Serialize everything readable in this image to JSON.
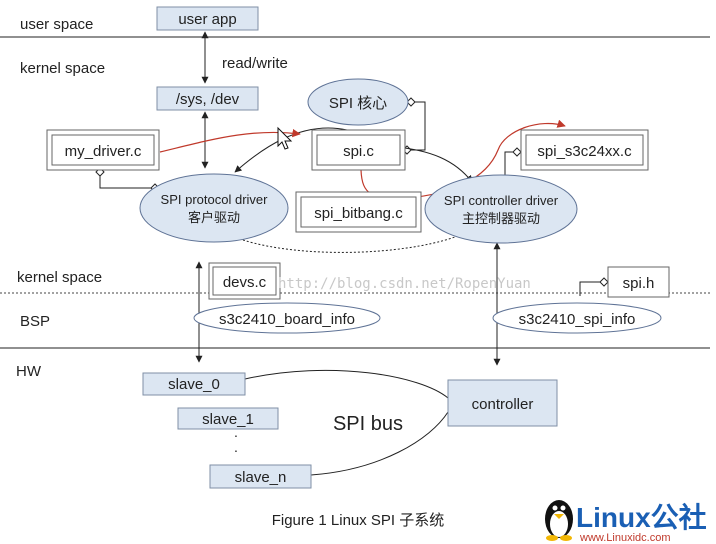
{
  "layers": {
    "user_space": "user space",
    "kernel_space_top": "kernel space",
    "kernel_space_bottom": "kernel space",
    "bsp": "BSP",
    "hw": "HW"
  },
  "nodes": {
    "user_app": "user app",
    "read_write": "read/write",
    "sys_dev": "/sys, /dev",
    "spi_core": "SPI  核心",
    "my_driver": "my_driver.c",
    "spi_c": "spi.c",
    "spi_s3c24xx": "spi_s3c24xx.c",
    "protocol_driver_line1": "SPI protocol driver",
    "protocol_driver_line2": "客户驱动",
    "spi_bitbang": "spi_bitbang.c",
    "controller_driver_line1": "SPI controller driver",
    "controller_driver_line2": "主控制器驱动",
    "devs_c": "devs.c",
    "spi_h": "spi.h",
    "board_info": "s3c2410_board_info",
    "spi_info": "s3c2410_spi_info",
    "slave_0": "slave_0",
    "slave_1": "slave_1",
    "dots": "·",
    "slave_n": "slave_n",
    "controller": "controller",
    "spi_bus": "SPI  bus"
  },
  "caption": "Figure 1  Linux SPI  子系统",
  "watermark": "http://blog.csdn.net/RopenYuan",
  "logo": {
    "brand": "Linux公社",
    "url": "www.Linuxidc.com"
  },
  "colors": {
    "box_fill": "#dce6f2",
    "ellipse_fill": "#dce6f2",
    "red_arrow": "#c0392b",
    "logo_blue": "#1a5fb4"
  }
}
